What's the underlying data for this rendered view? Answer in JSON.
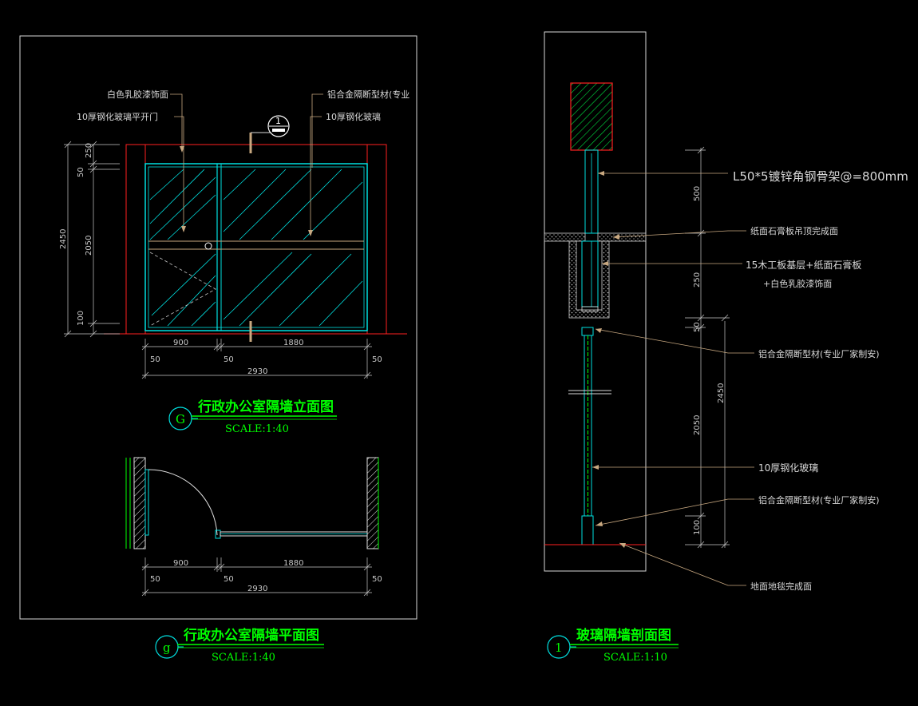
{
  "elevation": {
    "labels": {
      "white_paint": "白色乳胶漆饰面",
      "door": "10厚钢化玻璃平开门",
      "alu_profile": "铝合金隔断型材(专业",
      "glass": "10厚钢化玻璃"
    },
    "section_marker": "1",
    "dims_vertical": {
      "d250": "250",
      "d50": "50",
      "d2450": "2450",
      "d2050": "2050",
      "d100": "100"
    },
    "dims_horizontal": {
      "d900": "900",
      "d1880": "1880",
      "d50a": "50",
      "d50b": "50",
      "d50c": "50",
      "d2930": "2930"
    },
    "tag": "G",
    "title": "行政办公室隔墙立面图",
    "scale": "SCALE:1:40"
  },
  "plan": {
    "dims": {
      "d900": "900",
      "d1880": "1880",
      "d50a": "50",
      "d50b": "50",
      "d50c": "50",
      "d2930": "2930"
    },
    "tag": "g",
    "title": "行政办公室隔墙平面图",
    "scale": "SCALE:1:40"
  },
  "section": {
    "labels": {
      "steel_frame": "L50*5镀锌角钢骨架@=800mm",
      "ceiling": "纸面石膏板吊顶完成面",
      "board": "15木工板基层+纸面石膏板",
      "board2": "+白色乳胶漆饰面",
      "alu_top": "铝合金隔断型材(专业厂家制安)",
      "glass": "10厚钢化玻璃",
      "alu_bottom": "铝合金隔断型材(专业厂家制安)",
      "floor": "地面地毯完成面"
    },
    "dims": {
      "d500": "500",
      "d250": "250",
      "d50": "50",
      "d2050": "2050",
      "d2450": "2450",
      "d100": "100"
    },
    "tag": "1",
    "title": "玻璃隔墙剖面图",
    "scale": "SCALE:1:10"
  },
  "colors": {
    "background": "#000000",
    "border": "#d8d8d8",
    "glass": "#00e0e0",
    "wall": "#ff2020",
    "title": "#00ff00",
    "leader": "#c8a880"
  }
}
